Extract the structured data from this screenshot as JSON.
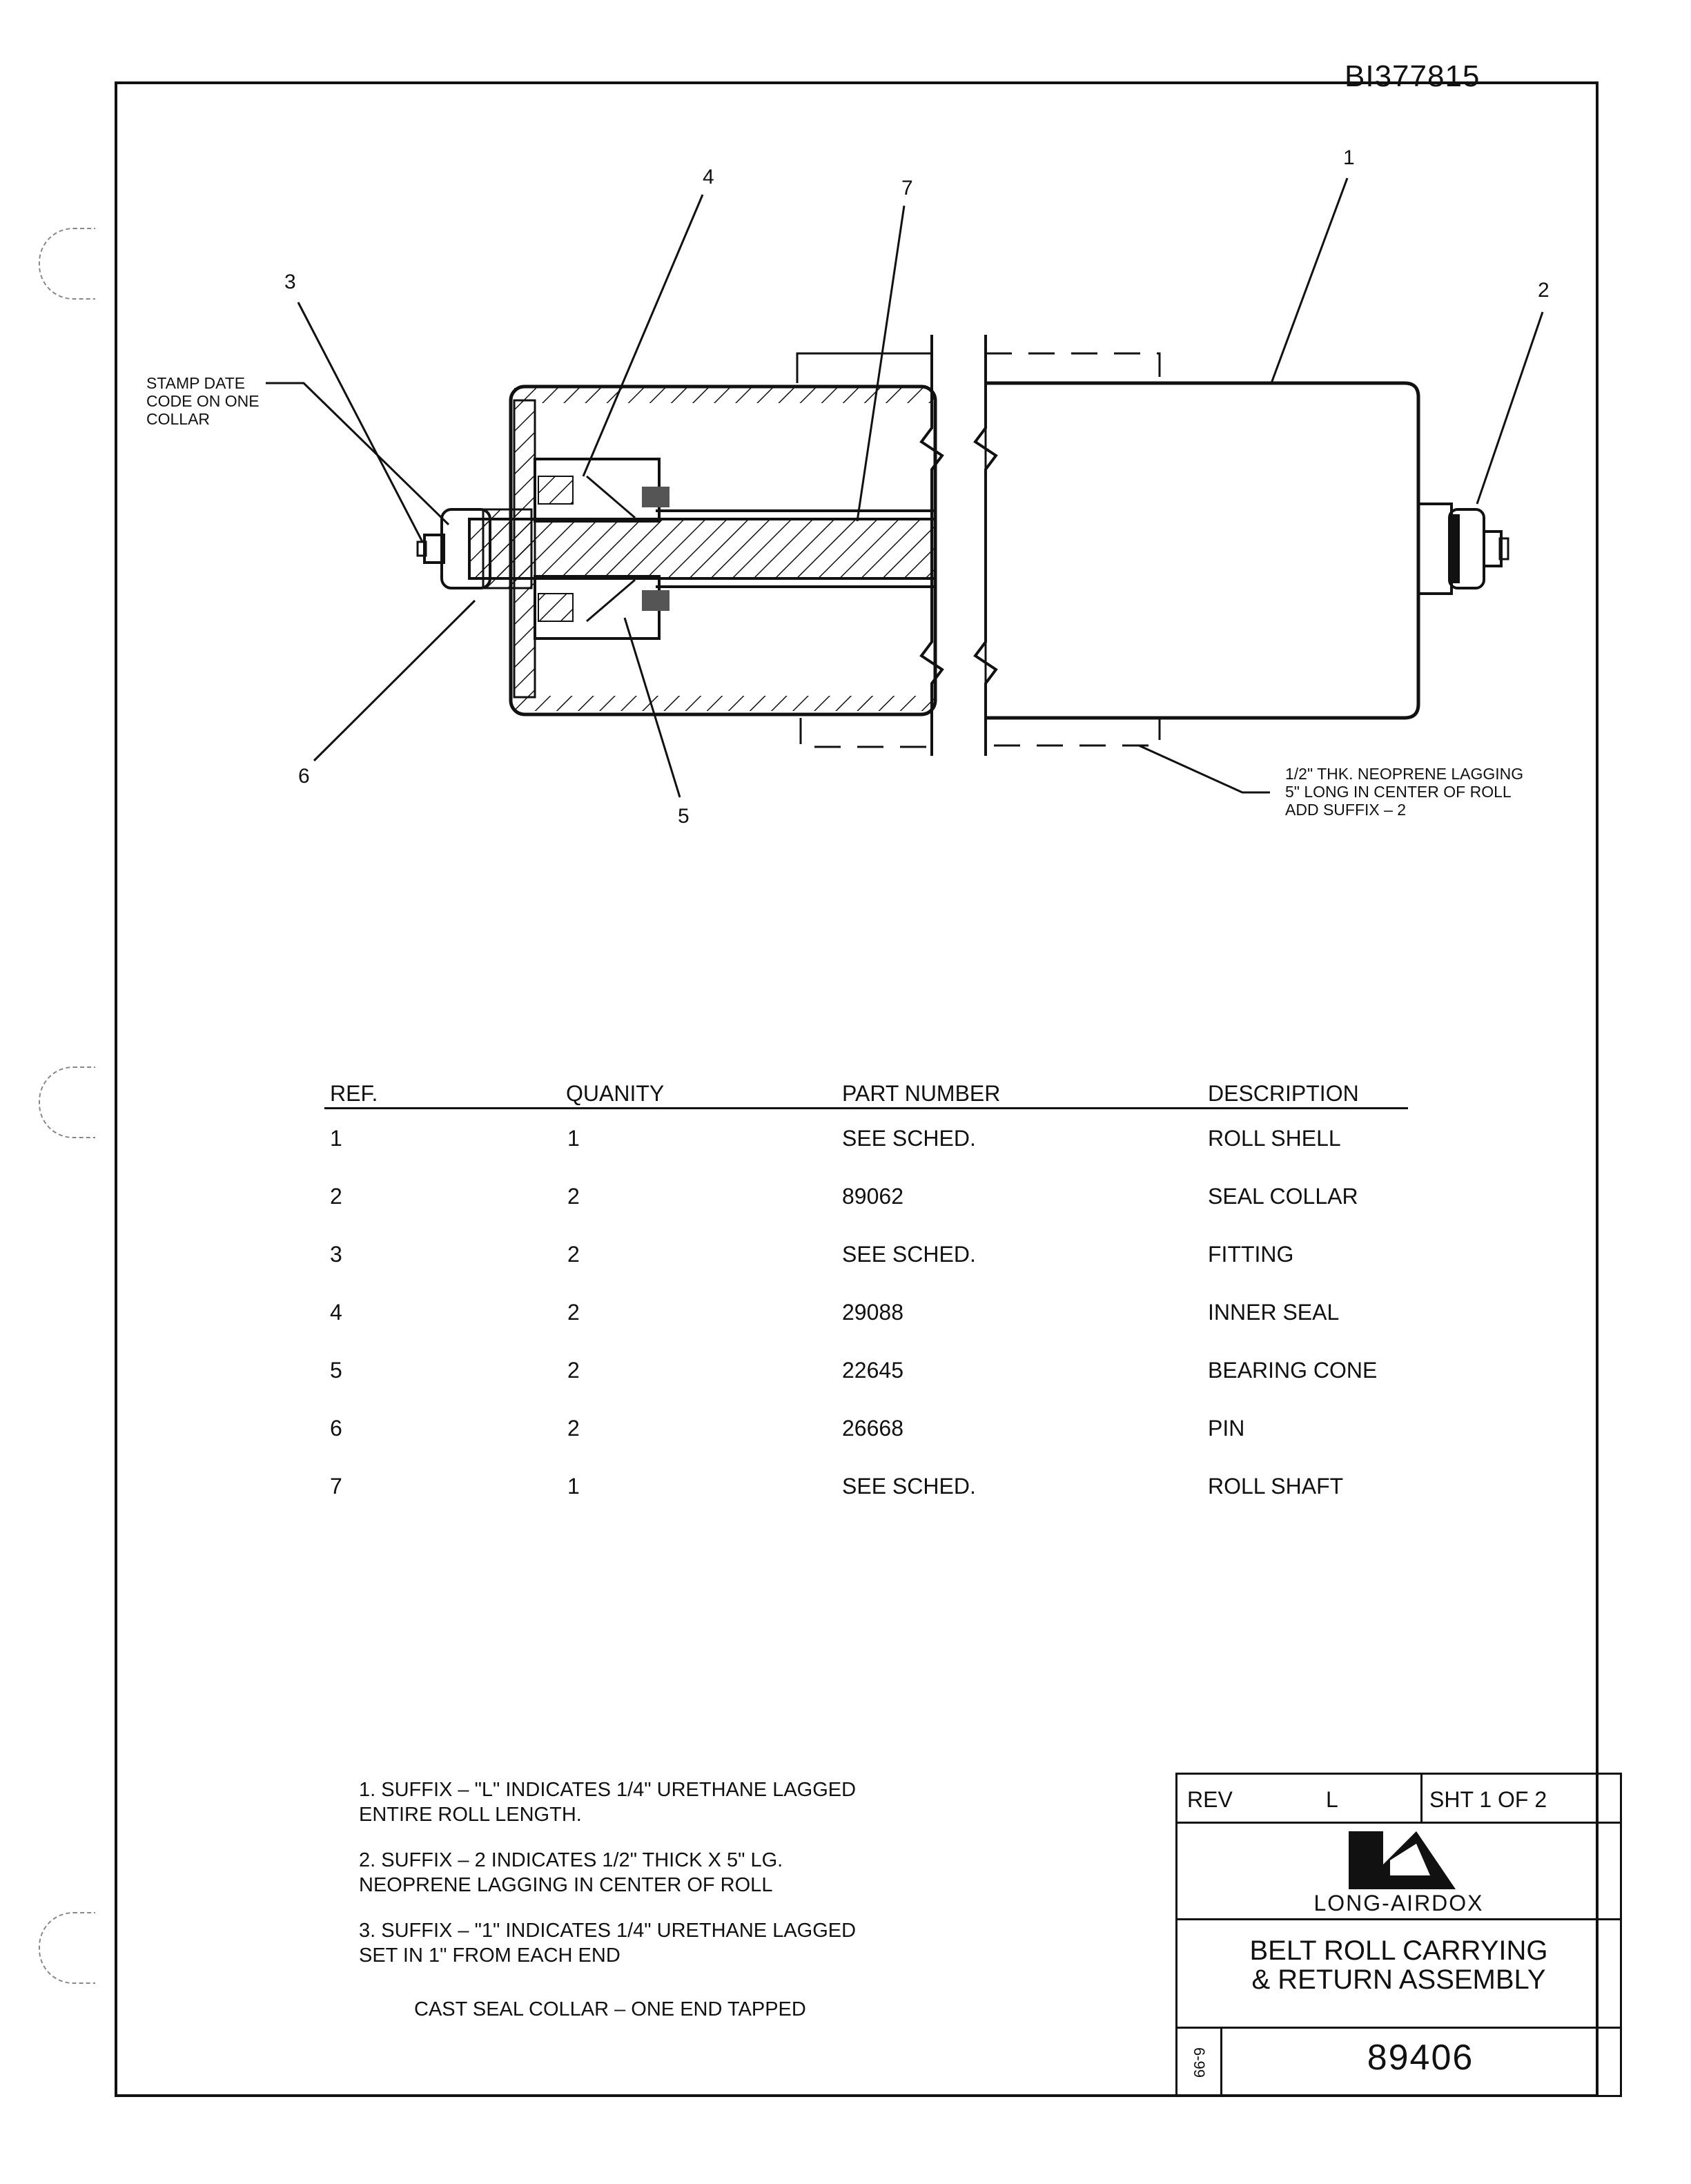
{
  "doc_id": "BI377815",
  "callouts": [
    "1",
    "2",
    "3",
    "4",
    "5",
    "6",
    "7"
  ],
  "note_stamp": "STAMP DATE\nCODE ON ONE\nCOLLAR",
  "note_lagging": "1/2\" THK. NEOPRENE LAGGING\n5\" LONG IN CENTER OF ROLL\nADD SUFFIX – 2",
  "bom": {
    "headers": [
      "REF.",
      "QUANITY",
      "PART NUMBER",
      "DESCRIPTION"
    ],
    "rows": [
      [
        "1",
        "1",
        "SEE SCHED.",
        "ROLL SHELL"
      ],
      [
        "2",
        "2",
        "89062",
        "SEAL COLLAR"
      ],
      [
        "3",
        "2",
        "SEE SCHED.",
        "FITTING"
      ],
      [
        "4",
        "2",
        "29088",
        "INNER SEAL"
      ],
      [
        "5",
        "2",
        "22645",
        "BEARING CONE"
      ],
      [
        "6",
        "2",
        "26668",
        "PIN"
      ],
      [
        "7",
        "1",
        "SEE SCHED.",
        "ROLL SHAFT"
      ]
    ]
  },
  "notes": [
    "1. SUFFIX – \"L\" INDICATES 1/4\" URETHANE LAGGED\n    ENTIRE ROLL LENGTH.",
    "2. SUFFIX – 2 INDICATES 1/2\" THICK X 5\" LG.\n    NEOPRENE LAGGING IN CENTER OF ROLL",
    "3. SUFFIX – \"1\" INDICATES 1/4\" URETHANE LAGGED\n    SET IN 1\" FROM EACH END"
  ],
  "cast_note": "CAST SEAL COLLAR – ONE END TAPPED",
  "title_block": {
    "rev_label": "REV",
    "rev_value": "L",
    "sheet": "SHT 1   OF 2",
    "company": "LONG-AIRDOX",
    "title_line1": "BELT ROLL CARRYING",
    "title_line2": "& RETURN ASSEMBLY",
    "date": "6-99",
    "drawing_number": "89406"
  }
}
